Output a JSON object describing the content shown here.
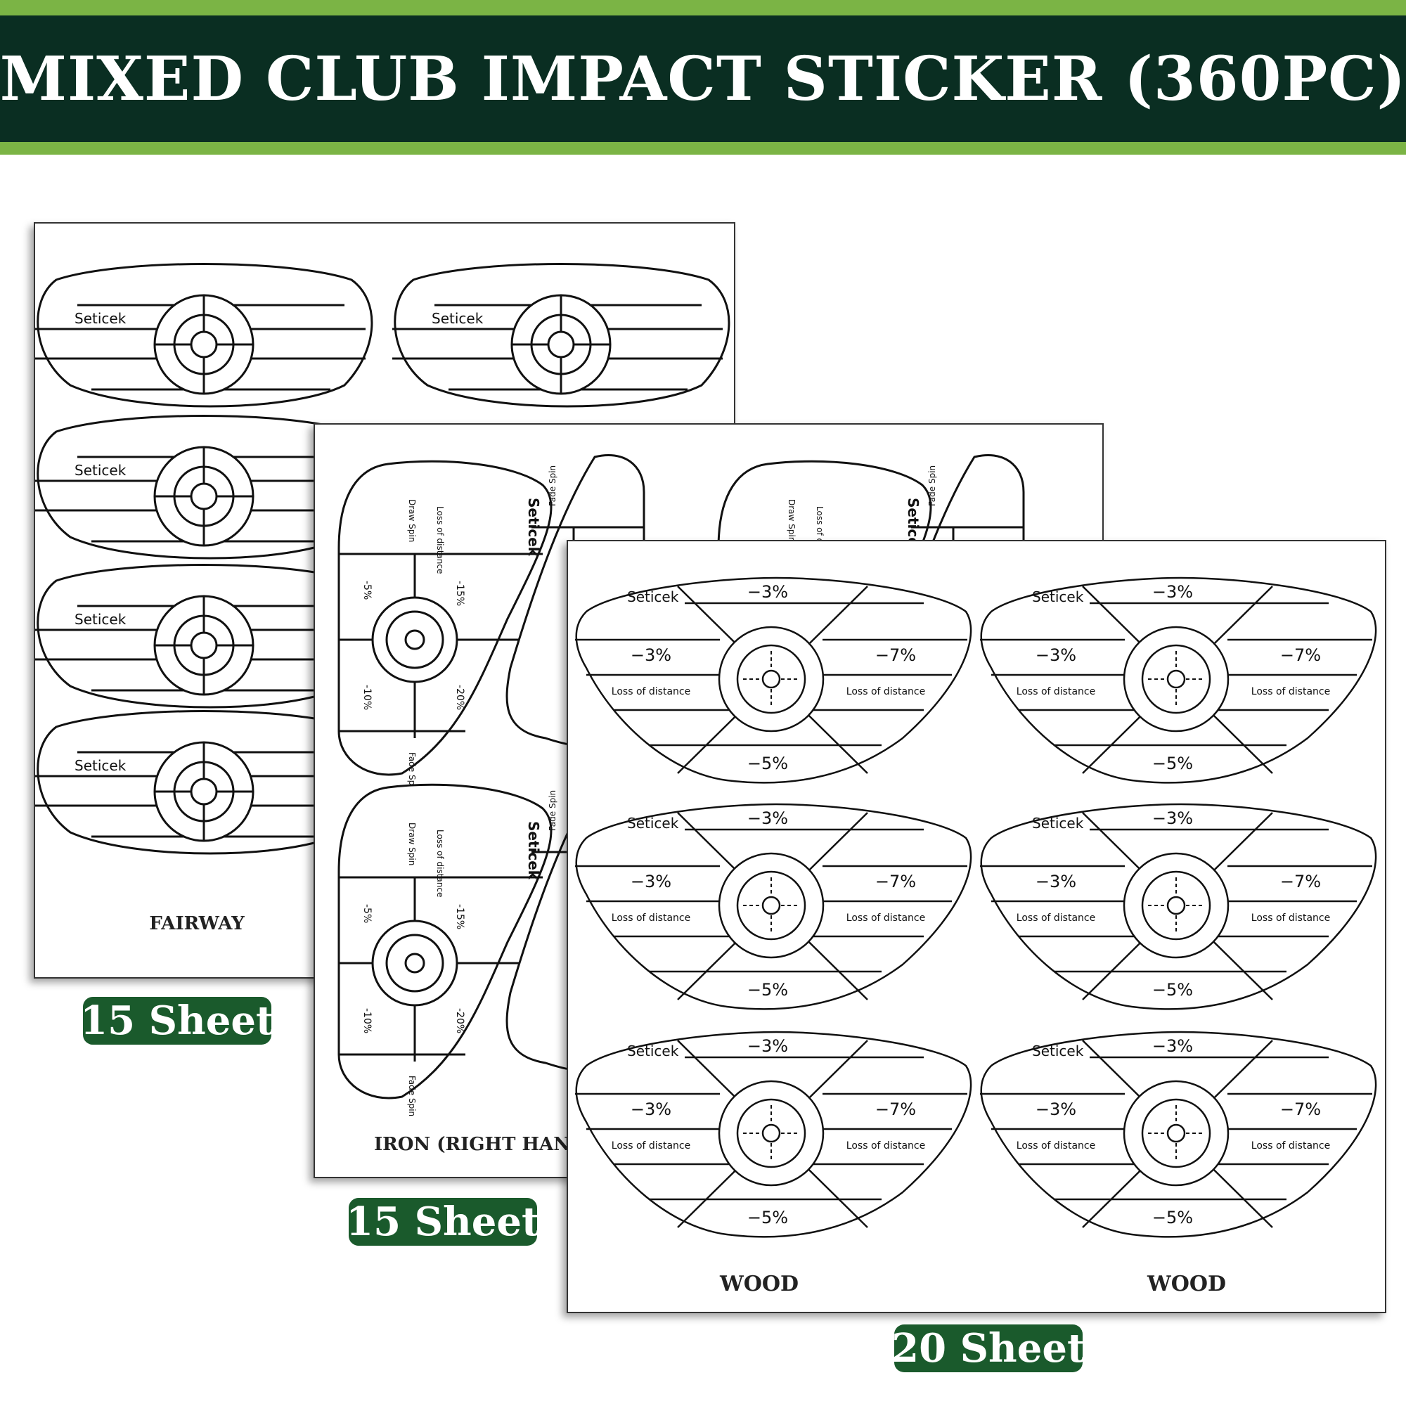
{
  "header": {
    "title": "MIXED CLUB IMPACT STICKER (360PC)"
  },
  "fairway": {
    "brand": "Seticek",
    "caption": "FAIRWAY",
    "count": "15 Sheet"
  },
  "iron": {
    "brand": "Seticek",
    "caption": "IRON (RIGHT HAN",
    "count": "15 Sheet",
    "draw": "Draw  Spin",
    "fade": "Fade Spin",
    "loss": "Loss of distance",
    "p5": "-5%",
    "p10": "-10%",
    "p15": "-15%",
    "p20": "-20%",
    "pct": "%"
  },
  "wood": {
    "brand": "Seticek",
    "caption": "WOOD",
    "count": "20 Sheet",
    "top": "−3%",
    "left": "−3%",
    "right": "−7%",
    "bottom": "−5%",
    "loss": "Loss of distance"
  },
  "colors": {
    "banner": "#0a2e22",
    "accent": "#7bb445",
    "badge": "#1a5a2c"
  }
}
